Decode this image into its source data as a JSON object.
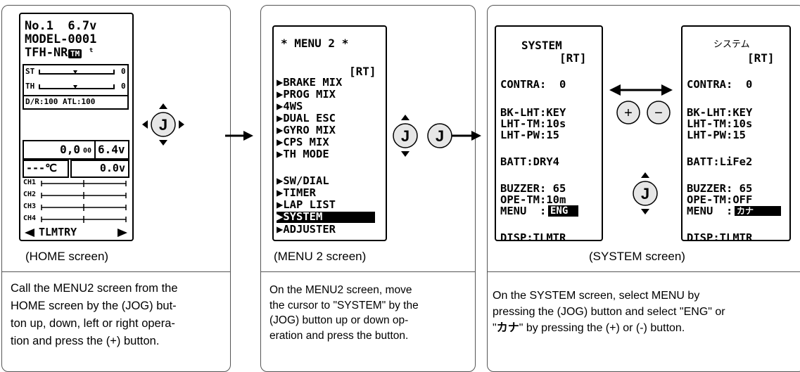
{
  "home": {
    "lines": [
      "No.1  6.7v",
      "MODEL-0001",
      "TFH-NR"
    ],
    "tm_badge": "TM",
    "st_label": "ST",
    "th_label": "TH",
    "st_val": "0",
    "th_val": "0",
    "dr_line": "D/R:100 ATL:100",
    "gauge": "0,0",
    "gauge_unit": "00",
    "voltage": "6.4v",
    "temp": "---℃",
    "volt2": "0.0v",
    "channels": [
      "CH1",
      "CH2",
      "CH3",
      "CH4"
    ],
    "tlmtry": "TLMTRY",
    "caption": "(HOME screen)",
    "description": [
      "Call the MENU2 screen from the",
      "HOME screen by the (JOG) but-",
      "ton up, down, left or right opera-",
      "tion and press the (+) button."
    ]
  },
  "menu2": {
    "title": "* MENU 2 *",
    "rt": "[RT]",
    "items": [
      "▶BRAKE MIX",
      "▶PROG MIX",
      "▶4WS",
      "▶DUAL ESC",
      "▶GYRO MIX",
      "▶CPS MIX",
      "▶TH MODE"
    ],
    "items2": [
      "▶SW/DIAL",
      "▶TIMER",
      "▶LAP LIST"
    ],
    "selected": "▶SYSTEM",
    "last": "▶ADJUSTER",
    "caption": "(MENU 2 screen)",
    "description": [
      "On the MENU2  screen, move",
      "the cursor to \"SYSTEM\" by the",
      "(JOG) button up or down op-",
      "eration and press the button."
    ]
  },
  "system_en": {
    "title": "SYSTEM",
    "rt": "[RT]",
    "contra": "CONTRA:  0",
    "bk": "BK-LHT:KEY",
    "lht_tm": "LHT-TM:10s",
    "lht_pw": "LHT-PW:15",
    "batt": "BATT:DRY4",
    "buzzer": "BUZZER: 65",
    "ope": "OPE-TM:10m",
    "menu_label": "MENU  :",
    "menu_val": "ENG",
    "disp": "DISP:TLMTR"
  },
  "system_jp": {
    "title": "システム",
    "rt": "[RT]",
    "contra": "CONTRA:  0",
    "bk": "BK-LHT:KEY",
    "lht_tm": "LHT-TM:10s",
    "lht_pw": "LHT-PW:15",
    "batt": "BATT:LiFe2",
    "buzzer": "BUZZER: 65",
    "ope": "OPE-TM:OFF",
    "menu_label": "MENU  :",
    "menu_val": "カナ",
    "disp": "DISP:TLMTR"
  },
  "system": {
    "caption": "(SYSTEM screen)",
    "description_1": "On the SYSTEM screen, select MENU by",
    "description_2": "pressing the (JOG) button and select \"ENG\" or",
    "description_3_q1": "\"",
    "description_3_kana": "カナ",
    "description_3_rest": "\" by pressing the (+) or (-) button."
  },
  "buttons": {
    "jog": "J",
    "plus": "+",
    "minus": "−"
  },
  "colors": {
    "line": "#000000",
    "panel_border": "#555555",
    "button_fill": "#e6e6e6"
  }
}
